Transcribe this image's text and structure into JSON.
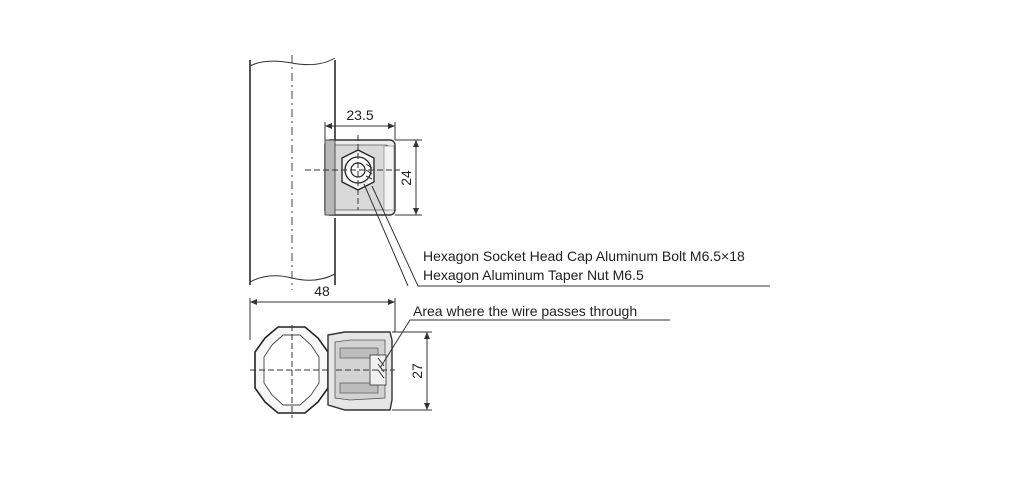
{
  "dimensions": {
    "top_width": "23.5",
    "top_height": "24",
    "bottom_width": "48",
    "bottom_height": "27"
  },
  "labels": {
    "bolt": "Hexagon Socket Head Cap Aluminum Bolt M6.5×18",
    "nut": "Hexagon Aluminum Taper Nut M6.5",
    "wire": "Area where the wire passes through"
  },
  "colors": {
    "line": "#333333",
    "part_fill": "#e6e6e6",
    "part_shadow": "#bdbdbd"
  }
}
